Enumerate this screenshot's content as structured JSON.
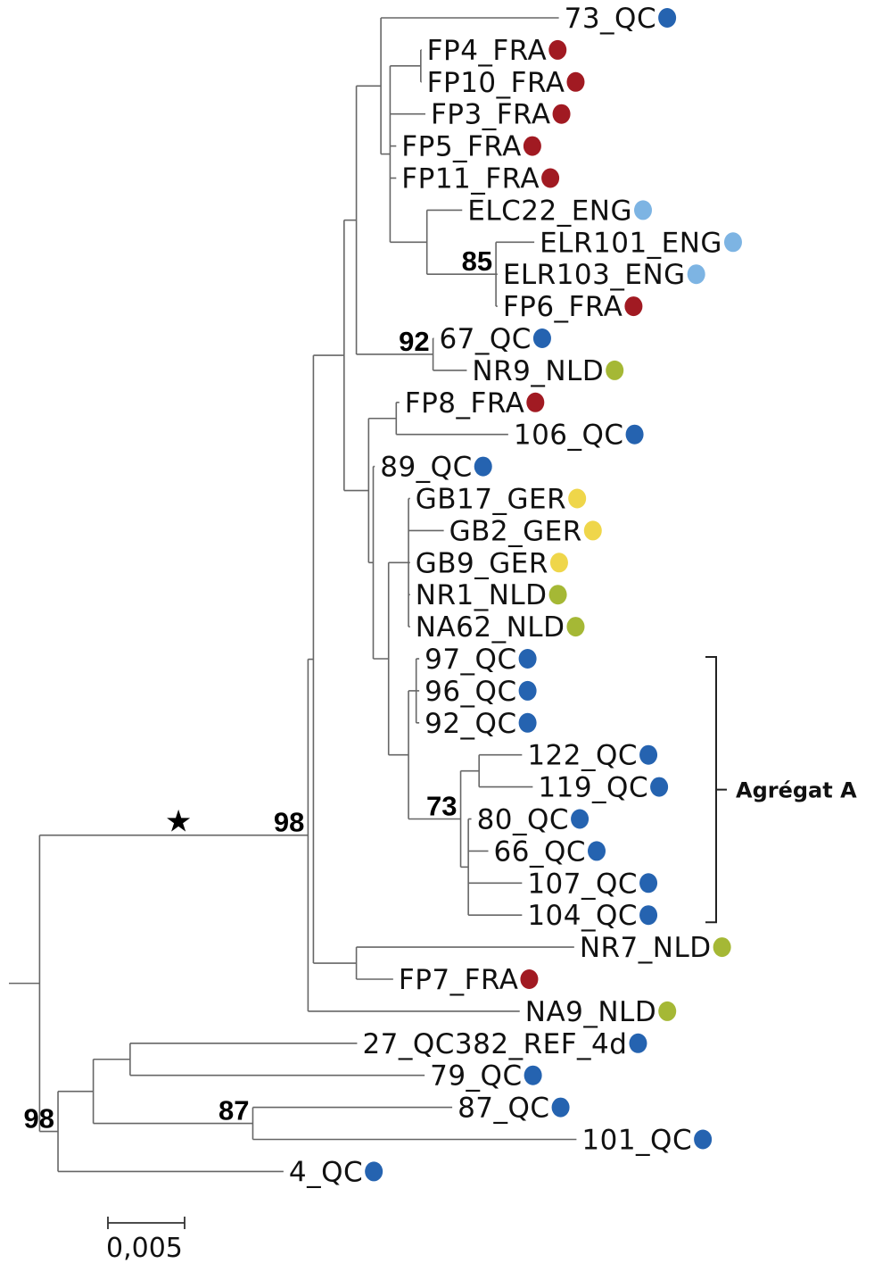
{
  "figure": {
    "type": "phylogenetic-tree",
    "scale_bar": {
      "value": 0.005,
      "label": "0,005"
    },
    "cluster": {
      "label": "Agrégat A",
      "from_leaf": "97_QC",
      "to_leaf": "104_QC"
    },
    "star_marker": {
      "symbol": "★",
      "on_node": "n98a"
    },
    "country_colors": {
      "QC": "#2563b0",
      "FRA": "#a11a22",
      "ENG": "#7db4e3",
      "NLD": "#a5b835",
      "GER": "#efd64a"
    }
  },
  "tree": {
    "id": "root",
    "bl": 0.002,
    "children": [
      {
        "id": "n98a",
        "support": "98",
        "bl": 0.0175,
        "children": [
          {
            "id": "cUpper",
            "bl": 0.00035,
            "children": [
              {
                "id": "cTop",
                "bl": 0.002,
                "children": [
                  {
                    "id": "c1",
                    "bl": 0.0008,
                    "children": [
                      {
                        "id": "c1a",
                        "bl": 0.0016,
                        "children": [
                          {
                            "name": "73_QC",
                            "country": "QC",
                            "bl": 0.0116
                          },
                          {
                            "id": "c1b",
                            "bl": 0.0006,
                            "children": [
                              {
                                "id": "cFP410",
                                "bl": 0.002,
                                "children": [
                                  {
                                    "name": "FP4_FRA",
                                    "country": "FRA",
                                    "bl": 5e-05
                                  },
                                  {
                                    "name": "FP10_FRA",
                                    "country": "FRA",
                                    "bl": 5e-05
                                  }
                                ]
                              },
                              {
                                "name": "FP3_FRA",
                                "country": "FRA",
                                "bl": 0.0023
                              },
                              {
                                "name": "FP5_FRA",
                                "country": "FRA",
                                "bl": 0.0004
                              },
                              {
                                "name": "FP11_FRA",
                                "country": "FRA",
                                "bl": 0.0004
                              },
                              {
                                "id": "c85a",
                                "bl": 0.0024,
                                "children": [
                                  {
                                    "name": "ELC22_ENG",
                                    "country": "ENG",
                                    "bl": 0.0023
                                  },
                                  {
                                    "id": "c85",
                                    "support": "85",
                                    "bl": 0.0045,
                                    "children": [
                                      {
                                        "name": "ELR101_ENG",
                                        "country": "ENG",
                                        "bl": 0.0025
                                      },
                                      {
                                        "name": "ELR103_ENG",
                                        "country": "ENG",
                                        "bl": 0.0001
                                      },
                                      {
                                        "name": "FP6_FRA",
                                        "country": "FRA",
                                        "bl": 0.0001
                                      }
                                    ]
                                  }
                                ]
                              }
                            ]
                          }
                        ]
                      },
                      {
                        "id": "c92",
                        "support": "92",
                        "bl": 0.005,
                        "children": [
                          {
                            "name": "67_QC",
                            "country": "QC",
                            "bl": 5e-05
                          },
                          {
                            "name": "NR9_NLD",
                            "country": "NLD",
                            "bl": 0.0022
                          }
                        ]
                      }
                    ]
                  },
                  {
                    "id": "c2",
                    "bl": 0.0016,
                    "children": [
                      {
                        "id": "cFP8",
                        "bl": 0.0018,
                        "children": [
                          {
                            "name": "FP8_FRA",
                            "country": "FRA",
                            "bl": 0.0002
                          },
                          {
                            "name": "106_QC",
                            "country": "QC",
                            "bl": 0.0073
                          }
                        ]
                      },
                      {
                        "id": "c3",
                        "bl": 0.0003,
                        "children": [
                          {
                            "name": "89_QC",
                            "country": "QC",
                            "bl": 0.0001
                          },
                          {
                            "id": "c4",
                            "bl": 0.001,
                            "children": [
                              {
                                "id": "cGER",
                                "bl": 0.0013,
                                "children": [
                                  {
                                    "name": "GB17_GER",
                                    "country": "GER",
                                    "bl": 0.0001
                                  },
                                  {
                                    "name": "GB2_GER",
                                    "country": "GER",
                                    "bl": 0.0023
                                  },
                                  {
                                    "name": "GB9_GER",
                                    "country": "GER",
                                    "bl": 0.0001
                                  },
                                  {
                                    "name": "NR1_NLD",
                                    "country": "NLD",
                                    "bl": 0.0001
                                  },
                                  {
                                    "name": "NA62_NLD",
                                    "country": "NLD",
                                    "bl": 0.0001
                                  }
                                ]
                              },
                              {
                                "id": "c5",
                                "bl": 0.0013,
                                "children": [
                                  {
                                    "id": "cQC3",
                                    "bl": 0.0005,
                                    "children": [
                                      {
                                        "name": "97_QC",
                                        "country": "QC",
                                        "bl": 0.0002
                                      },
                                      {
                                        "name": "96_QC",
                                        "country": "QC",
                                        "bl": 0.0002
                                      },
                                      {
                                        "name": "92_QC",
                                        "country": "QC",
                                        "bl": 0.0002
                                      }
                                    ]
                                  },
                                  {
                                    "id": "c73",
                                    "support": "73",
                                    "bl": 0.0034,
                                    "children": [
                                      {
                                        "id": "c122",
                                        "bl": 0.0012,
                                        "children": [
                                          {
                                            "name": "122_QC",
                                            "country": "QC",
                                            "bl": 0.0028
                                          },
                                          {
                                            "name": "119_QC",
                                            "country": "QC",
                                            "bl": 0.0035
                                          }
                                        ]
                                      },
                                      {
                                        "id": "c80",
                                        "bl": 0.0005,
                                        "children": [
                                          {
                                            "name": "80_QC",
                                            "country": "QC",
                                            "bl": 0.0002
                                          },
                                          {
                                            "name": "66_QC",
                                            "country": "QC",
                                            "bl": 0.0013
                                          },
                                          {
                                            "name": "107_QC",
                                            "country": "QC",
                                            "bl": 0.0035
                                          },
                                          {
                                            "name": "104_QC",
                                            "country": "QC",
                                            "bl": 0.0035
                                          }
                                        ]
                                      }
                                    ]
                                  }
                                ]
                              }
                            ]
                          }
                        ]
                      }
                    ]
                  }
                ]
              },
              {
                "id": "cNR7FP7",
                "bl": 0.0028,
                "children": [
                  {
                    "name": "NR7_NLD",
                    "country": "NLD",
                    "bl": 0.0142
                  },
                  {
                    "name": "FP7_FRA",
                    "country": "FRA",
                    "bl": 0.0024
                  }
                ]
              }
            ]
          },
          {
            "name": "NA9_NLD",
            "country": "NLD",
            "bl": 0.0138
          }
        ]
      },
      {
        "id": "n98b",
        "support": "98",
        "bl": 0.0012,
        "children": [
          {
            "id": "c6",
            "bl": 0.0023,
            "children": [
              {
                "id": "c7",
                "bl": 0.0024,
                "children": [
                  {
                    "name": "27_QC382_REF_4d",
                    "country": "QC",
                    "bl": 0.0148
                  },
                  {
                    "name": "79_QC",
                    "country": "QC",
                    "bl": 0.0192
                  }
                ]
              },
              {
                "id": "c87",
                "support": "87",
                "bl": 0.0104,
                "children": [
                  {
                    "name": "87_QC",
                    "country": "QC",
                    "bl": 0.013
                  },
                  {
                    "name": "101_QC",
                    "country": "QC",
                    "bl": 0.0211
                  }
                ]
              }
            ]
          },
          {
            "name": "4_QC",
            "country": "QC",
            "bl": 0.0147
          }
        ]
      }
    ]
  }
}
